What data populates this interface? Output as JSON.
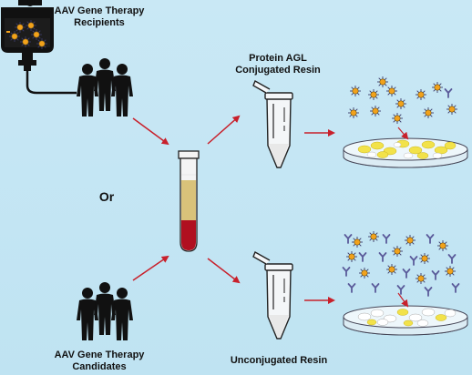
{
  "labels": {
    "recipients_line1": "AAV Gene Therapy",
    "recipients_line2": "Recipients",
    "candidates_line1": "AAV Gene Therapy",
    "candidates_line2": "Candidates",
    "or": "Or",
    "conjugated_line1": "Protein AGL",
    "conjugated_line2": "Conjugated Resin",
    "unconjugated": "Unconjugated Resin"
  },
  "colors": {
    "background": "#c4e6f3",
    "arrow": "#c8202b",
    "blood": "#b01020",
    "plasma": "#d9c27a",
    "aav_capsid": "#f2a21b",
    "antibody": "#6a6aa8",
    "resin_bead": "#f2e24a",
    "silhouette": "#111111"
  },
  "icons": [
    "iv-bag-icon",
    "people-group-icon",
    "blood-tube-icon",
    "microcentrifuge-tube-icon",
    "petri-dish-icon",
    "aav-particle-icon",
    "antibody-icon",
    "arrow-icon"
  ]
}
